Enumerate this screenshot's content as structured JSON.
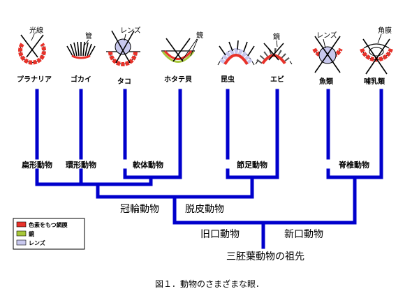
{
  "animals": [
    {
      "id": "planaria",
      "name": "プラナリア"
    },
    {
      "id": "gokai",
      "name": "ゴカイ"
    },
    {
      "id": "tako",
      "name": "タコ"
    },
    {
      "id": "hotategai",
      "name": "ホタテ貝"
    },
    {
      "id": "konchu",
      "name": "昆虫"
    },
    {
      "id": "ebi",
      "name": "エビ"
    },
    {
      "id": "gyorui",
      "name": "魚類"
    },
    {
      "id": "honyurui",
      "name": "哺乳類"
    }
  ],
  "eye_labels": {
    "light": "光線",
    "tube": "管",
    "lens_octopus": "レンズ",
    "mirror_scallop": "鏡",
    "mirror_shrimp": "鏡",
    "lens_fish": "レンズ",
    "cornea": "角膜"
  },
  "groups": {
    "flatworms": "扁形動物",
    "annelids": "環形動物",
    "molluscs": "軟体動物",
    "arthropods": "節足動物",
    "vertebrates": "脊椎動物"
  },
  "clades": {
    "lophotrochozoa": "冠輪動物",
    "ecdysozoa": "脱皮動物",
    "protostomes": "旧口動物",
    "deuterostomes": "新口動物",
    "ancestor": "三胚葉動物の祖先"
  },
  "legend": [
    {
      "label": "色素をもつ網膜",
      "color": "#e8322a"
    },
    {
      "label": "鏡",
      "color": "#a8c83a"
    },
    {
      "label": "レンズ",
      "color": "#c8c8ee"
    }
  ],
  "colors": {
    "tree": "#0000cc",
    "pigment": "#e8322a",
    "mirror": "#a8c83a",
    "lens": "#c8c8ee"
  },
  "caption": "図１．動物のさまざまな眼．"
}
